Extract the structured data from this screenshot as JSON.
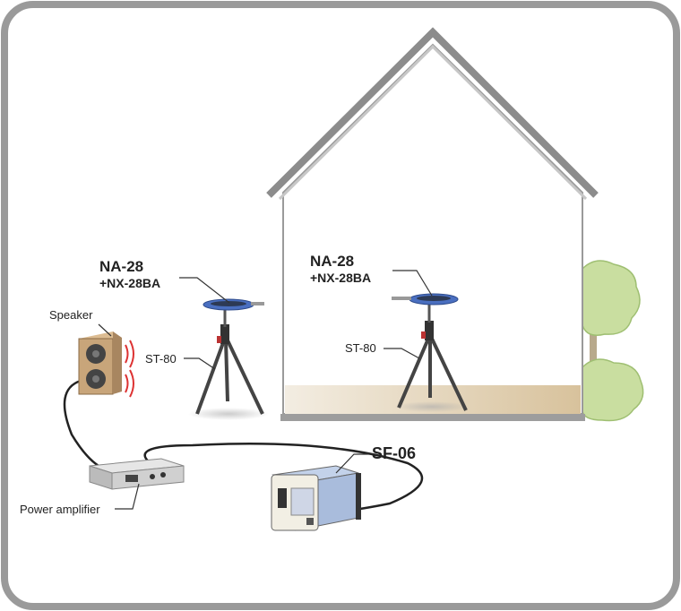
{
  "labels": {
    "mic_left_model": "NA-28",
    "mic_left_option": "+NX-28BA",
    "mic_right_model": "NA-28",
    "mic_right_option": "+NX-28BA",
    "tripod_left": "ST-80",
    "tripod_right": "ST-80",
    "speaker": "Speaker",
    "amplifier": "Power amplifier",
    "source": "SF-06"
  },
  "colors": {
    "frame": "#9a9a9a",
    "mic_blue": "#4a6fc0",
    "floor": "#dcc8a6",
    "tree": "#c9dea0",
    "speaker_wood": "#c8a57a",
    "device_body": "#a9bcdc"
  }
}
